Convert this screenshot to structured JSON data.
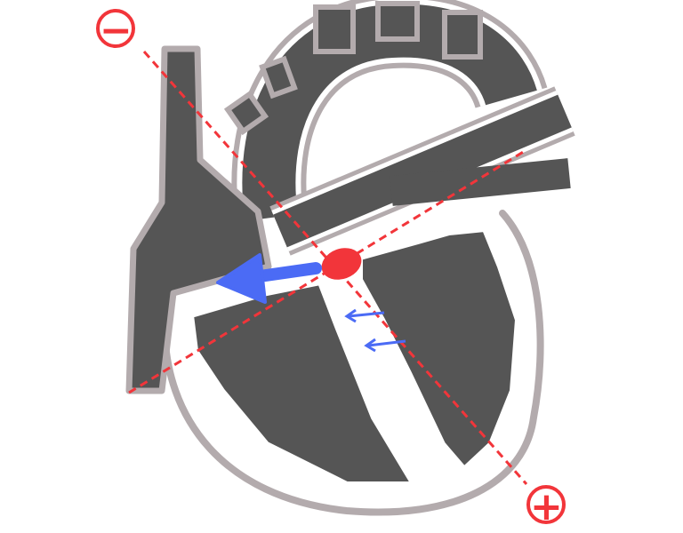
{
  "diagram": {
    "negative_pole_label": "−",
    "positive_pole_label": "+",
    "colors": {
      "tissue_dark": "#555555",
      "outline_gray": "#b3abad",
      "axis_red": "#f2353a",
      "arrow_blue": "#4b6bf5"
    },
    "icons": [
      "heart-illustration",
      "electrical-axis-line",
      "sinus-node-dot",
      "conduction-arrow"
    ]
  }
}
